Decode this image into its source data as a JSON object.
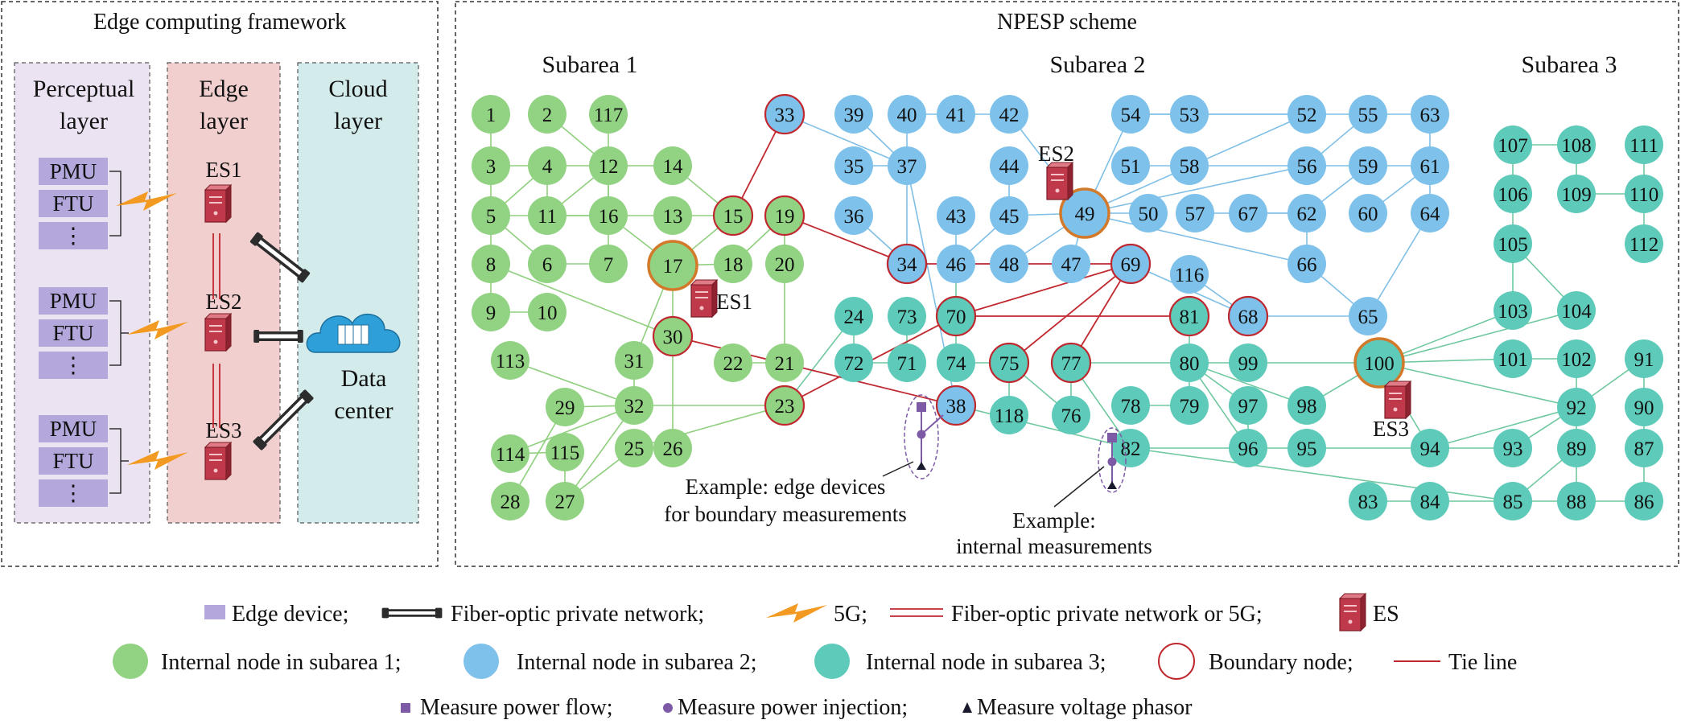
{
  "framework": {
    "title": "Edge computing framework",
    "layers": [
      {
        "name": "perceptual-layer",
        "label": [
          "Perceptual",
          "layer"
        ]
      },
      {
        "name": "edge-layer",
        "label": [
          "Edge",
          "layer"
        ]
      },
      {
        "name": "cloud-layer",
        "label": [
          "Cloud",
          "layer"
        ]
      }
    ],
    "device_groups": [
      {
        "items": [
          "PMU",
          "FTU",
          "⋮"
        ]
      },
      {
        "items": [
          "PMU",
          "FTU",
          "⋮"
        ]
      },
      {
        "items": [
          "PMU",
          "FTU",
          "⋮"
        ]
      }
    ],
    "servers": [
      "ES1",
      "ES2",
      "ES3"
    ],
    "data_center": [
      "Data",
      "center"
    ]
  },
  "scheme": {
    "title": "NPESP scheme",
    "subareas": [
      "Subarea 1",
      "Subarea 2",
      "Subarea 3"
    ],
    "server_tags": [
      {
        "label": "ES1",
        "node": "17"
      },
      {
        "label": "ES2",
        "node": "49"
      },
      {
        "label": "ES3",
        "node": "100"
      }
    ],
    "examples": [
      [
        "Example: edge devices",
        "for boundary measurements"
      ],
      [
        "Example:",
        "internal measurements"
      ]
    ],
    "nodes": [
      {
        "id": "1",
        "area": 1
      },
      {
        "id": "2",
        "area": 1
      },
      {
        "id": "117",
        "area": 1
      },
      {
        "id": "3",
        "area": 1
      },
      {
        "id": "4",
        "area": 1
      },
      {
        "id": "12",
        "area": 1
      },
      {
        "id": "14",
        "area": 1
      },
      {
        "id": "5",
        "area": 1
      },
      {
        "id": "11",
        "area": 1
      },
      {
        "id": "16",
        "area": 1
      },
      {
        "id": "13",
        "area": 1
      },
      {
        "id": "15",
        "area": 1,
        "boundary": true
      },
      {
        "id": "19",
        "area": 1,
        "boundary": true
      },
      {
        "id": "8",
        "area": 1
      },
      {
        "id": "6",
        "area": 1
      },
      {
        "id": "7",
        "area": 1
      },
      {
        "id": "17",
        "area": 1,
        "server": true
      },
      {
        "id": "18",
        "area": 1
      },
      {
        "id": "20",
        "area": 1
      },
      {
        "id": "9",
        "area": 1
      },
      {
        "id": "10",
        "area": 1
      },
      {
        "id": "30",
        "area": 1,
        "boundary": true
      },
      {
        "id": "113",
        "area": 1
      },
      {
        "id": "31",
        "area": 1
      },
      {
        "id": "22",
        "area": 1
      },
      {
        "id": "21",
        "area": 1
      },
      {
        "id": "29",
        "area": 1
      },
      {
        "id": "32",
        "area": 1
      },
      {
        "id": "23",
        "area": 1,
        "boundary": true
      },
      {
        "id": "114",
        "area": 1
      },
      {
        "id": "115",
        "area": 1
      },
      {
        "id": "25",
        "area": 1
      },
      {
        "id": "26",
        "area": 1
      },
      {
        "id": "28",
        "area": 1
      },
      {
        "id": "27",
        "area": 1
      },
      {
        "id": "33",
        "area": 2,
        "boundary": true
      },
      {
        "id": "39",
        "area": 2
      },
      {
        "id": "40",
        "area": 2
      },
      {
        "id": "41",
        "area": 2
      },
      {
        "id": "42",
        "area": 2
      },
      {
        "id": "35",
        "area": 2
      },
      {
        "id": "37",
        "area": 2
      },
      {
        "id": "44",
        "area": 2
      },
      {
        "id": "36",
        "area": 2
      },
      {
        "id": "43",
        "area": 2
      },
      {
        "id": "45",
        "area": 2
      },
      {
        "id": "34",
        "area": 2,
        "boundary": true
      },
      {
        "id": "46",
        "area": 2
      },
      {
        "id": "48",
        "area": 2
      },
      {
        "id": "47",
        "area": 2
      },
      {
        "id": "69",
        "area": 2,
        "boundary": true
      },
      {
        "id": "49",
        "area": 2,
        "server": true
      },
      {
        "id": "50",
        "area": 2
      },
      {
        "id": "57",
        "area": 2
      },
      {
        "id": "67",
        "area": 2
      },
      {
        "id": "62",
        "area": 2
      },
      {
        "id": "60",
        "area": 2
      },
      {
        "id": "64",
        "area": 2
      },
      {
        "id": "54",
        "area": 2
      },
      {
        "id": "53",
        "area": 2
      },
      {
        "id": "52",
        "area": 2
      },
      {
        "id": "55",
        "area": 2
      },
      {
        "id": "63",
        "area": 2
      },
      {
        "id": "51",
        "area": 2
      },
      {
        "id": "58",
        "area": 2
      },
      {
        "id": "56",
        "area": 2
      },
      {
        "id": "59",
        "area": 2
      },
      {
        "id": "61",
        "area": 2
      },
      {
        "id": "66",
        "area": 2
      },
      {
        "id": "116",
        "area": 2
      },
      {
        "id": "68",
        "area": 2,
        "boundary": true
      },
      {
        "id": "65",
        "area": 2
      },
      {
        "id": "38",
        "area": 2,
        "boundary": true
      },
      {
        "id": "24",
        "area": 3
      },
      {
        "id": "73",
        "area": 3
      },
      {
        "id": "70",
        "area": 3,
        "boundary": true
      },
      {
        "id": "72",
        "area": 3
      },
      {
        "id": "71",
        "area": 3
      },
      {
        "id": "74",
        "area": 3
      },
      {
        "id": "75",
        "area": 3,
        "boundary": true
      },
      {
        "id": "77",
        "area": 3,
        "boundary": true
      },
      {
        "id": "118",
        "area": 3
      },
      {
        "id": "76",
        "area": 3
      },
      {
        "id": "81",
        "area": 3,
        "boundary": true
      },
      {
        "id": "80",
        "area": 3
      },
      {
        "id": "99",
        "area": 3
      },
      {
        "id": "100",
        "area": 3,
        "server": true
      },
      {
        "id": "78",
        "area": 3
      },
      {
        "id": "79",
        "area": 3
      },
      {
        "id": "97",
        "area": 3
      },
      {
        "id": "98",
        "area": 3
      },
      {
        "id": "82",
        "area": 3
      },
      {
        "id": "96",
        "area": 3
      },
      {
        "id": "95",
        "area": 3
      },
      {
        "id": "94",
        "area": 3
      },
      {
        "id": "93",
        "area": 3
      },
      {
        "id": "83",
        "area": 3
      },
      {
        "id": "84",
        "area": 3
      },
      {
        "id": "85",
        "area": 3
      },
      {
        "id": "88",
        "area": 3
      },
      {
        "id": "86",
        "area": 3
      },
      {
        "id": "107",
        "area": 3
      },
      {
        "id": "108",
        "area": 3
      },
      {
        "id": "111",
        "area": 3
      },
      {
        "id": "106",
        "area": 3
      },
      {
        "id": "109",
        "area": 3
      },
      {
        "id": "110",
        "area": 3
      },
      {
        "id": "105",
        "area": 3
      },
      {
        "id": "112",
        "area": 3
      },
      {
        "id": "103",
        "area": 3
      },
      {
        "id": "104",
        "area": 3
      },
      {
        "id": "101",
        "area": 3
      },
      {
        "id": "102",
        "area": 3
      },
      {
        "id": "91",
        "area": 3
      },
      {
        "id": "92",
        "area": 3
      },
      {
        "id": "90",
        "area": 3
      },
      {
        "id": "89",
        "area": 3
      },
      {
        "id": "87",
        "area": 3
      }
    ],
    "edges": [
      [
        "1",
        "3"
      ],
      [
        "2",
        "12"
      ],
      [
        "117",
        "12"
      ],
      [
        "3",
        "5"
      ],
      [
        "3",
        "12"
      ],
      [
        "4",
        "11"
      ],
      [
        "5",
        "11"
      ],
      [
        "5",
        "6"
      ],
      [
        "5",
        "8"
      ],
      [
        "4",
        "5"
      ],
      [
        "11",
        "12"
      ],
      [
        "11",
        "13"
      ],
      [
        "12",
        "14"
      ],
      [
        "12",
        "16"
      ],
      [
        "12",
        "7"
      ],
      [
        "14",
        "15"
      ],
      [
        "16",
        "17"
      ],
      [
        "13",
        "15"
      ],
      [
        "15",
        "17"
      ],
      [
        "17",
        "18"
      ],
      [
        "17",
        "31"
      ],
      [
        "17",
        "30"
      ],
      [
        "18",
        "19"
      ],
      [
        "19",
        "20"
      ],
      [
        "20",
        "21"
      ],
      [
        "21",
        "22"
      ],
      [
        "6",
        "7"
      ],
      [
        "8",
        "9"
      ],
      [
        "8",
        "30"
      ],
      [
        "9",
        "10"
      ],
      [
        "30",
        "26"
      ],
      [
        "31",
        "32"
      ],
      [
        "32",
        "113"
      ],
      [
        "32",
        "29"
      ],
      [
        "29",
        "28"
      ],
      [
        "32",
        "23"
      ],
      [
        "32",
        "27"
      ],
      [
        "32",
        "114"
      ],
      [
        "114",
        "115"
      ],
      [
        "115",
        "27"
      ],
      [
        "27",
        "25"
      ],
      [
        "25",
        "23"
      ],
      [
        "23",
        "24"
      ],
      [
        "16",
        "11"
      ],
      [
        "33",
        "37"
      ],
      [
        "39",
        "37"
      ],
      [
        "40",
        "37"
      ],
      [
        "40",
        "41"
      ],
      [
        "41",
        "42"
      ],
      [
        "42",
        "49"
      ],
      [
        "35",
        "37"
      ],
      [
        "37",
        "34"
      ],
      [
        "36",
        "34"
      ],
      [
        "43",
        "46"
      ],
      [
        "44",
        "45"
      ],
      [
        "45",
        "46"
      ],
      [
        "45",
        "49"
      ],
      [
        "48",
        "49"
      ],
      [
        "46",
        "48"
      ],
      [
        "47",
        "49"
      ],
      [
        "49",
        "50"
      ],
      [
        "49",
        "54"
      ],
      [
        "49",
        "52"
      ],
      [
        "49",
        "56"
      ],
      [
        "49",
        "66"
      ],
      [
        "54",
        "53"
      ],
      [
        "53",
        "52"
      ],
      [
        "54",
        "55"
      ],
      [
        "51",
        "58"
      ],
      [
        "58",
        "56"
      ],
      [
        "56",
        "59"
      ],
      [
        "55",
        "63"
      ],
      [
        "55",
        "56"
      ],
      [
        "59",
        "61"
      ],
      [
        "61",
        "63"
      ],
      [
        "61",
        "64"
      ],
      [
        "57",
        "62"
      ],
      [
        "62",
        "67"
      ],
      [
        "62",
        "66"
      ],
      [
        "62",
        "59"
      ],
      [
        "60",
        "61"
      ],
      [
        "64",
        "65"
      ],
      [
        "66",
        "65"
      ],
      [
        "116",
        "68"
      ],
      [
        "69",
        "68"
      ],
      [
        "68",
        "65"
      ],
      [
        "46",
        "70"
      ],
      [
        "38",
        "37"
      ],
      [
        "38",
        "82"
      ],
      [
        "24",
        "72"
      ],
      [
        "73",
        "71"
      ],
      [
        "70",
        "74"
      ],
      [
        "74",
        "75"
      ],
      [
        "75",
        "118"
      ],
      [
        "75",
        "76"
      ],
      [
        "72",
        "71"
      ],
      [
        "77",
        "80"
      ],
      [
        "76",
        "77"
      ],
      [
        "77",
        "82"
      ],
      [
        "80",
        "79"
      ],
      [
        "80",
        "99"
      ],
      [
        "80",
        "96"
      ],
      [
        "80",
        "97"
      ],
      [
        "80",
        "98"
      ],
      [
        "79",
        "78"
      ],
      [
        "97",
        "96"
      ],
      [
        "96",
        "95"
      ],
      [
        "95",
        "94"
      ],
      [
        "99",
        "100"
      ],
      [
        "98",
        "100"
      ],
      [
        "100",
        "103"
      ],
      [
        "100",
        "104"
      ],
      [
        "100",
        "101"
      ],
      [
        "100",
        "94"
      ],
      [
        "100",
        "92"
      ],
      [
        "101",
        "102"
      ],
      [
        "103",
        "105"
      ],
      [
        "104",
        "105"
      ],
      [
        "105",
        "106"
      ],
      [
        "106",
        "107"
      ],
      [
        "107",
        "108"
      ],
      [
        "108",
        "109"
      ],
      [
        "109",
        "110"
      ],
      [
        "111",
        "110"
      ],
      [
        "110",
        "112"
      ],
      [
        "102",
        "92"
      ],
      [
        "92",
        "91"
      ],
      [
        "92",
        "93"
      ],
      [
        "92",
        "94"
      ],
      [
        "92",
        "89"
      ],
      [
        "91",
        "90"
      ],
      [
        "90",
        "87"
      ],
      [
        "87",
        "86"
      ],
      [
        "89",
        "88"
      ],
      [
        "89",
        "85"
      ],
      [
        "85",
        "84"
      ],
      [
        "84",
        "83"
      ],
      [
        "85",
        "86"
      ],
      [
        "82",
        "85"
      ],
      [
        "94",
        "93"
      ],
      [
        "81",
        "80"
      ],
      [
        "82",
        "96"
      ]
    ],
    "tie_lines": [
      [
        "15",
        "33"
      ],
      [
        "19",
        "34"
      ],
      [
        "23",
        "70"
      ],
      [
        "30",
        "38"
      ],
      [
        "69",
        "70"
      ],
      [
        "69",
        "75"
      ],
      [
        "69",
        "77"
      ],
      [
        "70",
        "81"
      ],
      [
        "34",
        "69"
      ]
    ]
  },
  "legend": [
    {
      "marker": "edge-device",
      "label": "Edge device;"
    },
    {
      "marker": "fiber",
      "label": "Fiber-optic private network;"
    },
    {
      "marker": "5g",
      "label": "5G;"
    },
    {
      "marker": "double-line",
      "label": "Fiber-optic private network or 5G;"
    },
    {
      "marker": "server",
      "label": "ES"
    },
    {
      "marker": "node-area1",
      "label": "Internal node in subarea 1;"
    },
    {
      "marker": "node-area2",
      "label": "Internal node in subarea 2;"
    },
    {
      "marker": "node-area3",
      "label": "Internal node in subarea 3;"
    },
    {
      "marker": "boundary",
      "label": "Boundary node;"
    },
    {
      "marker": "tie",
      "label": "Tie line"
    },
    {
      "marker": "square",
      "label": "Measure power flow;"
    },
    {
      "marker": "dot",
      "label": "Measure power injection;"
    },
    {
      "marker": "triangle",
      "label": "Measure voltage phasor"
    }
  ],
  "colors": {
    "area1": "#92d283",
    "area1_line": "#8fcf7e",
    "area2": "#7ec1ea",
    "area2_line": "#7fbfe6",
    "area3": "#5ecab9",
    "area3_line": "#6fc8a0",
    "boundary": "#c0282f",
    "server_ring": "#d3792a",
    "edge_device": "#b3a7db",
    "server": "#c0394a",
    "perceptual_bg": "#ebe3f2",
    "edge_bg": "#f2cfcf",
    "cloud_bg": "#d3ebeb",
    "fiveg": "#f29a22",
    "measure": "#7d5aa5"
  }
}
